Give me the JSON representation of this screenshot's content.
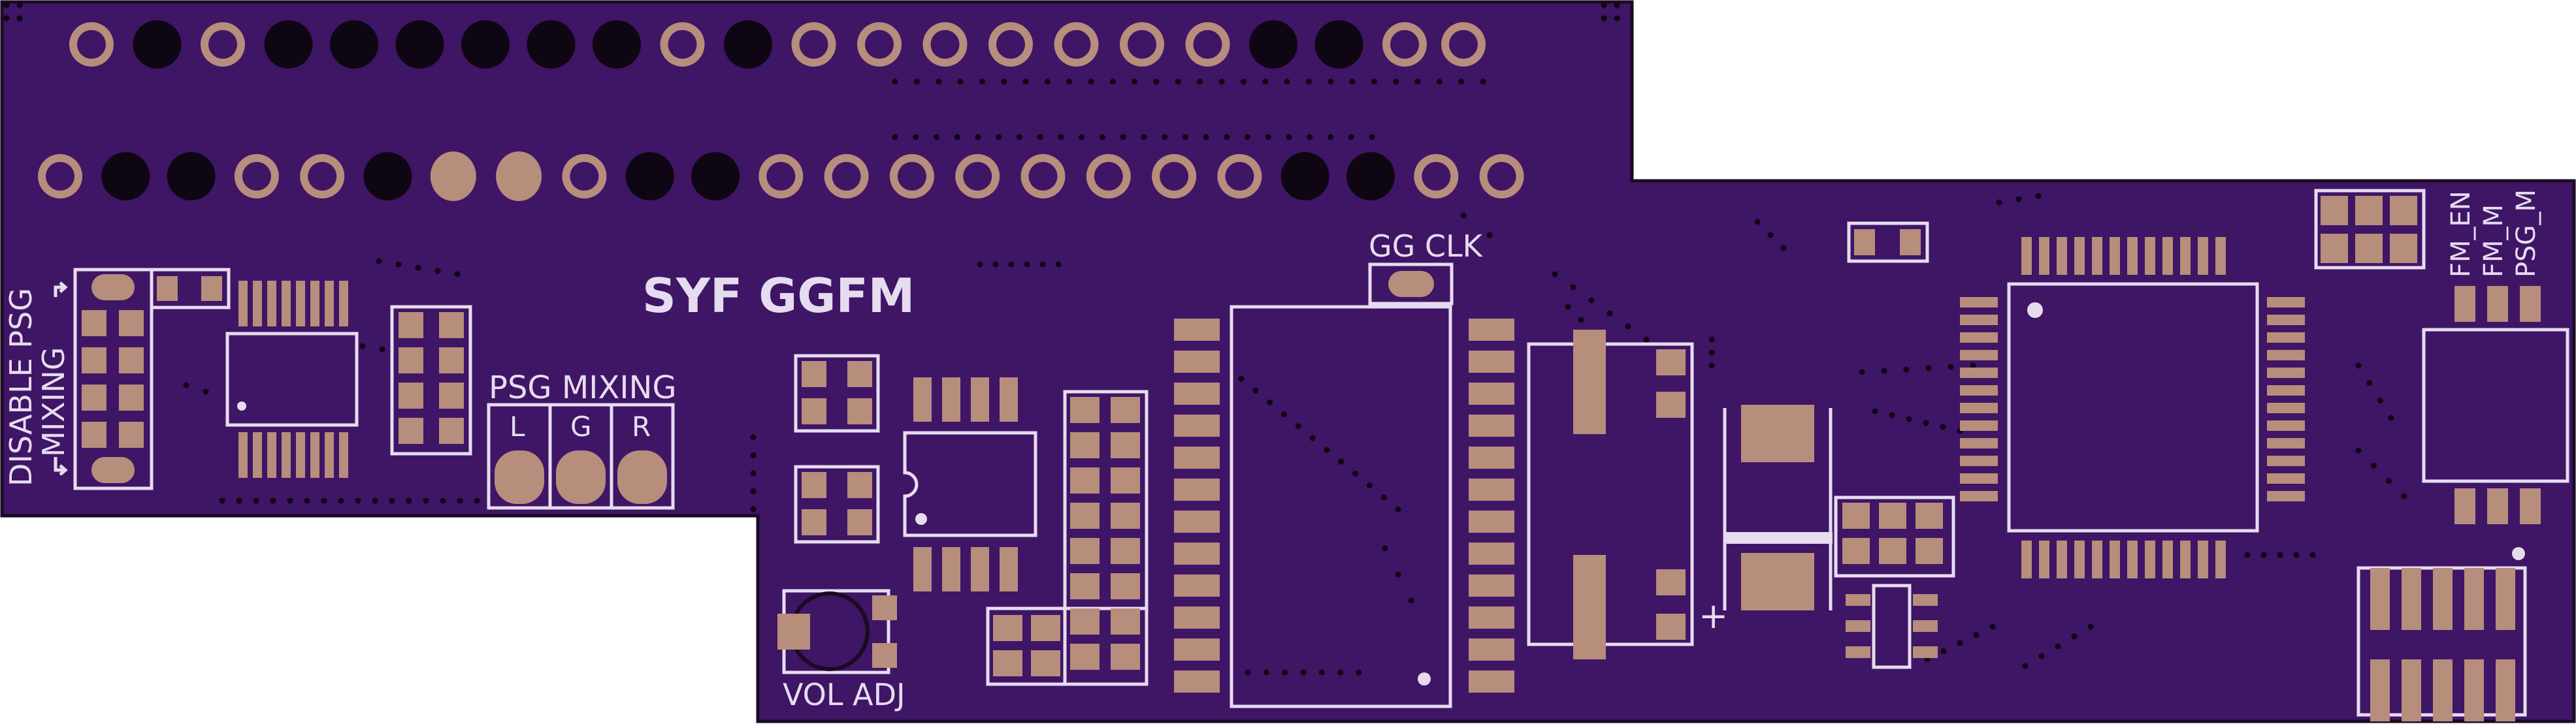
{
  "board": {
    "colors": {
      "background": "#ffffff",
      "soldermask": "#3f1566",
      "outline": "#1a0a22",
      "pad": "#b78d7c",
      "silkscreen": "#e6dcef",
      "via": "#0e0612"
    },
    "title": "SYF GGFM",
    "labels": {
      "gg_clk": "GG CLK",
      "psg_mixing": "PSG MIXING",
      "mix_l": "L",
      "mix_g": "G",
      "mix_r": "R",
      "disable_line1": "DISABLE PSG",
      "disable_line2": "MIXING",
      "vol_adj": "VOL ADJ",
      "fm_en": "FM_EN",
      "fm_m": "FM_M",
      "psg_m": "PSG_M",
      "plus": "+"
    }
  }
}
